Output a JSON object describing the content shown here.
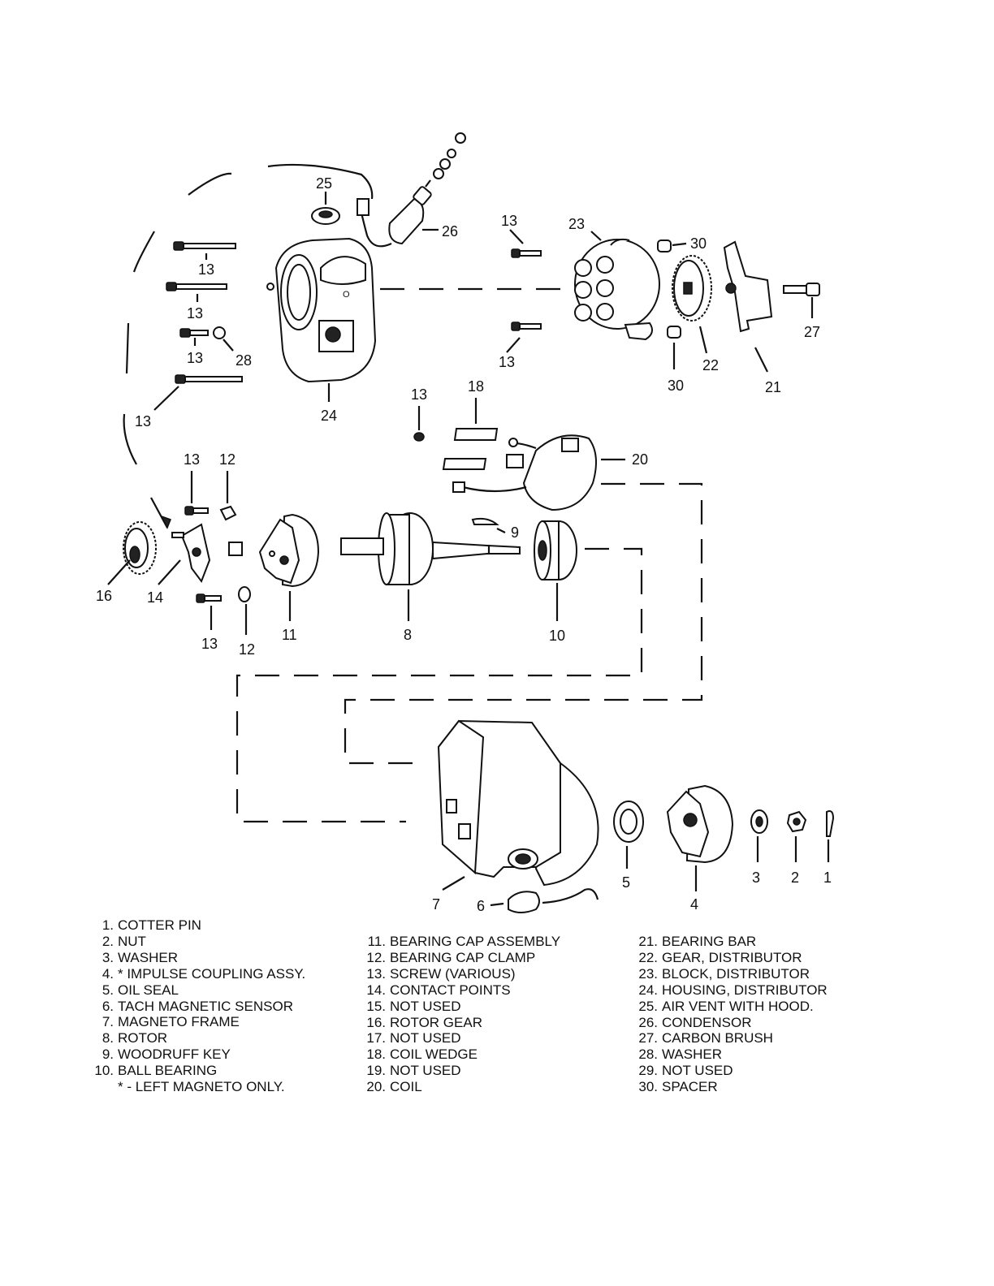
{
  "callouts": {
    "c1": "1",
    "c2": "2",
    "c3": "3",
    "c4": "4",
    "c5": "5",
    "c6": "6",
    "c7": "7",
    "c8": "8",
    "c9": "9",
    "c10": "10",
    "c11": "11",
    "c12": "12",
    "c13": "13",
    "c14": "14",
    "c16": "16",
    "c18": "18",
    "c20": "20",
    "c21": "21",
    "c22": "22",
    "c23": "23",
    "c24": "24",
    "c25": "25",
    "c26": "26",
    "c27": "27",
    "c28": "28",
    "c30": "30"
  },
  "legend": {
    "col1": [
      {
        "num": "1.",
        "label": "COTTER PIN"
      },
      {
        "num": "2.",
        "label": "NUT"
      },
      {
        "num": "3.",
        "label": "WASHER"
      },
      {
        "num": "4.",
        "label": "* IMPULSE COUPLING ASSY."
      },
      {
        "num": "5.",
        "label": "OIL SEAL"
      },
      {
        "num": "6.",
        "label": "TACH MAGNETIC SENSOR"
      },
      {
        "num": "7.",
        "label": "MAGNETO FRAME"
      },
      {
        "num": "8.",
        "label": "ROTOR"
      },
      {
        "num": "9.",
        "label": "WOODRUFF KEY"
      },
      {
        "num": "10.",
        "label": "BALL BEARING"
      }
    ],
    "note": "* - LEFT MAGNETO ONLY.",
    "col2": [
      {
        "num": "11.",
        "label": "BEARING CAP ASSEMBLY"
      },
      {
        "num": "12.",
        "label": "BEARING CAP CLAMP"
      },
      {
        "num": "13.",
        "label": "SCREW (VARIOUS)"
      },
      {
        "num": "14.",
        "label": "CONTACT POINTS"
      },
      {
        "num": "15.",
        "label": "NOT USED"
      },
      {
        "num": "16.",
        "label": "ROTOR GEAR"
      },
      {
        "num": "17.",
        "label": "NOT USED"
      },
      {
        "num": "18.",
        "label": "COIL WEDGE"
      },
      {
        "num": "19.",
        "label": "NOT USED"
      },
      {
        "num": "20.",
        "label": "COIL"
      }
    ],
    "col3": [
      {
        "num": "21.",
        "label": "BEARING BAR"
      },
      {
        "num": "22.",
        "label": "GEAR, DISTRIBUTOR"
      },
      {
        "num": "23.",
        "label": "BLOCK, DISTRIBUTOR"
      },
      {
        "num": "24.",
        "label": "HOUSING, DISTRIBUTOR"
      },
      {
        "num": "25.",
        "label": "AIR VENT WITH HOOD."
      },
      {
        "num": "26.",
        "label": "CONDENSOR"
      },
      {
        "num": "27.",
        "label": "CARBON BRUSH"
      },
      {
        "num": "28.",
        "label": "WASHER"
      },
      {
        "num": "29.",
        "label": "NOT USED"
      },
      {
        "num": "30.",
        "label": "SPACER"
      }
    ]
  }
}
